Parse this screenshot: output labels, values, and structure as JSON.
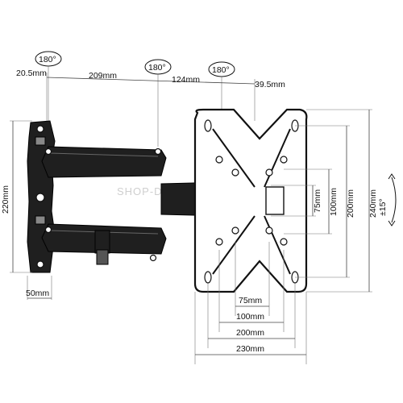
{
  "watermark": "SHOP-DIMA-KAT.RU",
  "rotation_labels": {
    "wall_swivel": "180°",
    "arm_swivel": "180°",
    "head_swivel": "180°",
    "tilt": "±15°"
  },
  "dimensions": {
    "wall_offset": "20.5mm",
    "arm_length": "209mm",
    "arm_second": "124mm",
    "head_offset": "39.5mm",
    "wall_plate_height": "220mm",
    "wall_plate_width": "50mm",
    "vesa_v_75": "75mm",
    "vesa_v_100": "100mm",
    "vesa_v_200": "200mm",
    "plate_height": "240mm",
    "vesa_h_75": "75mm",
    "vesa_h_100": "100mm",
    "vesa_h_200": "200mm",
    "plate_width": "230mm"
  }
}
